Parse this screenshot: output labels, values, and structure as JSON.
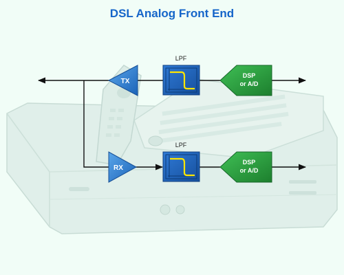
{
  "title": "DSL Analog Front End",
  "top_path": {
    "amplifier_label": "TX",
    "filter_label": "LPF",
    "converter_label_line1": "DSP",
    "converter_label_line2": "or A/D"
  },
  "bottom_path": {
    "amplifier_label": "RX",
    "filter_label": "LPF",
    "converter_label_line1": "DSP",
    "converter_label_line2": "or A/D"
  },
  "colors": {
    "title": "#1565c9",
    "amplifier": "#2f84d6",
    "filter_box": "#1e66c2",
    "filter_curve": "#ffe600",
    "converter": "#2ea640",
    "wire": "#111111",
    "background_device": "#dceee8"
  }
}
